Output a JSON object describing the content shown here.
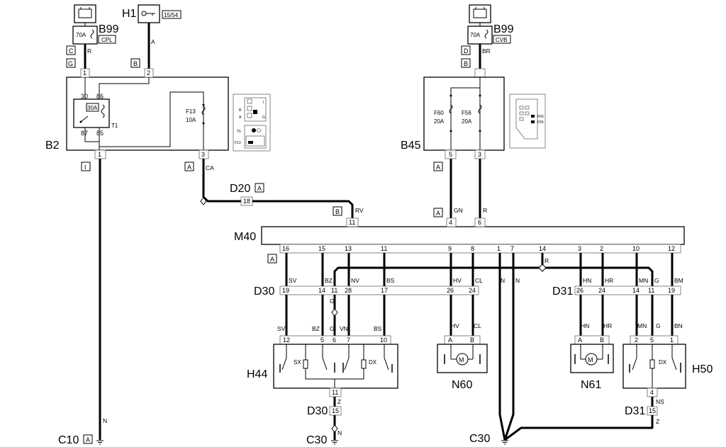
{
  "components": {
    "b99_left": {
      "name": "B99",
      "fuse": "70A",
      "tag": "CPL"
    },
    "h1": {
      "name": "H1",
      "tag": "15/54"
    },
    "b99_right": {
      "name": "B99",
      "fuse": "70A",
      "tag": "CVB"
    },
    "b2": {
      "name": "B2",
      "relay_pins": [
        "30",
        "86",
        "87",
        "85"
      ],
      "relay_fuse": "30A",
      "relay_name": "T1",
      "fuse_name": "F13",
      "fuse_rating": "10A",
      "inset_labels": [
        "I",
        "B",
        "A",
        "G",
        "Th",
        "F13"
      ]
    },
    "b45": {
      "name": "B45",
      "fuse1_name": "F60",
      "fuse1_rating": "20A",
      "fuse2_name": "F56",
      "fuse2_rating": "20A",
      "inset_labels": [
        "F60",
        "F56"
      ]
    },
    "m40": {
      "name": "M40"
    },
    "d20": {
      "name": "D20",
      "pin": "18",
      "tag": "A"
    },
    "d30_top": {
      "name": "D30"
    },
    "d31_top": {
      "name": "D31"
    },
    "h44": {
      "name": "H44",
      "left": "SX",
      "right": "DX"
    },
    "n60": {
      "name": "N60",
      "pins": [
        "A",
        "B"
      ],
      "motor": "M"
    },
    "n61": {
      "name": "N61",
      "pins": [
        "A",
        "B"
      ],
      "motor": "M"
    },
    "h50": {
      "name": "H50",
      "side": "DX"
    },
    "d30_bottom": {
      "name": "D30",
      "pin": "15"
    },
    "d31_bottom": {
      "name": "D31",
      "pin": "15"
    },
    "c10": {
      "name": "C10",
      "tag": "A"
    },
    "c30_left": {
      "name": "C30"
    },
    "c30_right": {
      "name": "C30"
    }
  },
  "connector_tags": {
    "left_c": "C",
    "left_g": "G",
    "h1_b": "B",
    "right_d": "D",
    "right_b": "B",
    "b2_i": "I",
    "b2_a": "A",
    "m40_b": "B",
    "b45_a1": "A",
    "b45_a2": "A",
    "m40_a": "A"
  },
  "pins": {
    "b2_top": [
      "1",
      "2"
    ],
    "b2_bottom": [
      "1",
      "3"
    ],
    "b45_bottom": [
      "5",
      "3"
    ],
    "m40_top": [
      "11",
      "4",
      "6"
    ],
    "m40_bottom": [
      "16",
      "15",
      "13",
      "11",
      "9",
      "8",
      "1",
      "7",
      "14",
      "3",
      "2",
      "10",
      "12"
    ],
    "d30_top": [
      "19",
      "14",
      "11",
      "28",
      "17",
      "26",
      "24"
    ],
    "d31_top": [
      "26",
      "24",
      "14",
      "11",
      "19"
    ],
    "h44_top": [
      "12",
      "5",
      "6",
      "7",
      "10"
    ],
    "h44_bottom": [
      "11"
    ],
    "h50_top": [
      "2",
      "5",
      "1"
    ],
    "h50_bottom": [
      "4"
    ]
  },
  "wire_codes": {
    "left_r": "R",
    "h1_a": "A",
    "right_br": "BR",
    "b2_ca": "CA",
    "c10_n": "N",
    "m40_rv": "RV",
    "b45_gn": "GN",
    "b45_r": "R",
    "sv1": "SV",
    "bz1": "BZ",
    "nv": "NV",
    "bs1": "BS",
    "hv1": "HV",
    "cl1": "CL",
    "n1": "N",
    "n2": "N",
    "r14": "R",
    "hn1": "HN",
    "hr1": "HR",
    "mn1": "MN",
    "g1": "G",
    "bm": "BM",
    "g_d30": "G",
    "sv2": "SV",
    "bz2": "BZ",
    "g2": "G",
    "vn": "VN",
    "bs2": "BS",
    "hv2": "HV",
    "cl2": "CL",
    "hn2": "HN",
    "hr2": "HR",
    "mn2": "MN",
    "g3": "G",
    "bn": "BN",
    "z1": "Z",
    "n_c30": "N",
    "ns": "NS",
    "z2": "Z"
  }
}
